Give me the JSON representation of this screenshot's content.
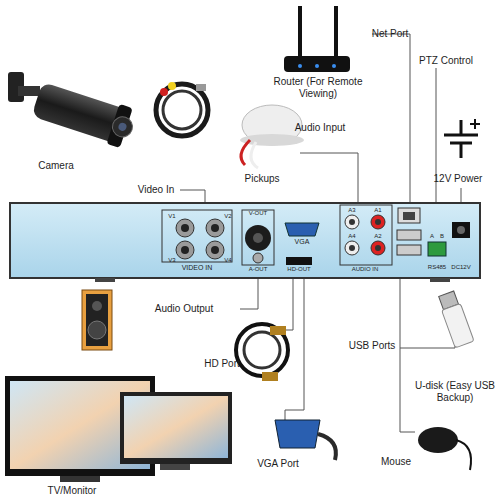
{
  "diagram": {
    "labels": [
      "Net Port",
      "Router (For Remote Viewing)",
      "PTZ Control",
      "Camera",
      "Audio Input",
      "Pickups",
      "12V Power",
      "Video In",
      "V-OUT",
      "V1",
      "V2",
      "V3",
      "V4",
      "VIDEO IN",
      "A-OUT",
      "VGA",
      "HD-OUT",
      "A3",
      "A1",
      "A4",
      "A2",
      "AUDIO IN",
      "A",
      "B",
      "RS485",
      "DC12V",
      "Audio Output",
      "HD Port",
      "USB Ports",
      "U-disk (Easy USB Backup)",
      "VGA Port",
      "Mouse",
      "TV/Monitor"
    ]
  }
}
